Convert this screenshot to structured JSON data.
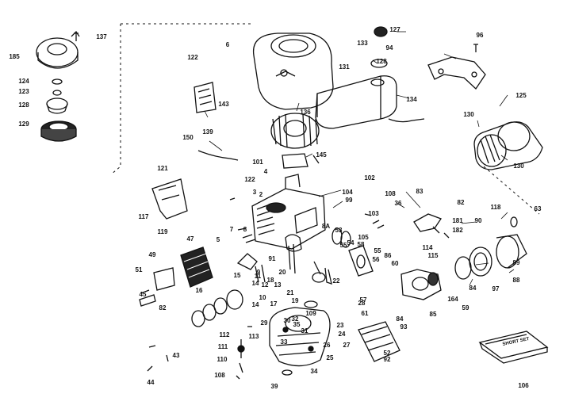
{
  "diagram": {
    "part_numbers": [
      "137",
      "185",
      "124",
      "123",
      "128",
      "129",
      "122",
      "6",
      "143",
      "139",
      "150",
      "127",
      "133",
      "94",
      "128",
      "96",
      "131",
      "136",
      "134",
      "125",
      "130",
      "130",
      "101",
      "145",
      "121",
      "122",
      "4",
      "2",
      "104",
      "102",
      "108",
      "83",
      "82",
      "117",
      "119",
      "47",
      "99",
      "36",
      "103",
      "181",
      "182",
      "118",
      "63",
      "90",
      "5",
      "7",
      "8",
      "8A",
      "53",
      "54",
      "105",
      "58",
      "114",
      "115",
      "49",
      "89",
      "51",
      "14",
      "15",
      "16",
      "91",
      "11",
      "12",
      "13",
      "10",
      "9",
      "22",
      "55",
      "56",
      "60",
      "86",
      "97",
      "84",
      "59",
      "88",
      "82",
      "18",
      "14",
      "26",
      "28",
      "61",
      "57",
      "52",
      "85",
      "164",
      "23",
      "24",
      "84",
      "93",
      "112",
      "113",
      "111",
      "110",
      "108",
      "27",
      "25",
      "32",
      "35",
      "39",
      "43",
      "44",
      "34",
      "106",
      "109",
      "20",
      "21",
      "17",
      "92",
      "29",
      "30",
      "31",
      "33",
      "19",
      "3",
      "45",
      "55"
    ],
    "manual_cover_text": "SHORT SET"
  }
}
